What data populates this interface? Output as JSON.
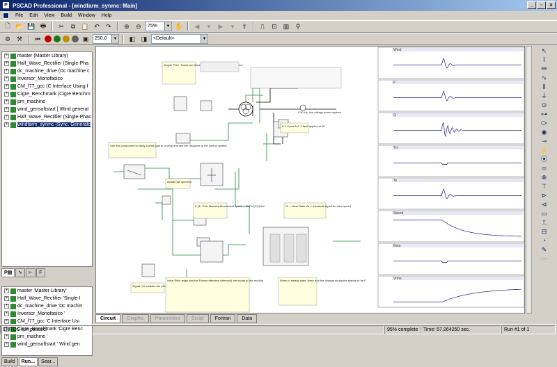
{
  "window": {
    "title": "PSCAD Professional - [windfarm_synmc: Main]",
    "buttons": [
      "_",
      "▫",
      "x"
    ]
  },
  "menu": [
    "File",
    "Edit",
    "View",
    "Build",
    "Window",
    "Help"
  ],
  "toolbar": {
    "zoom": "75%",
    "plot_step": "250.0",
    "layer": "<Default>"
  },
  "tree_top": [
    {
      "label": "master (Master Library)"
    },
    {
      "label": "Half_Wave_Rectifier (Single-Pha"
    },
    {
      "label": "dc_machine_drive (Dc machine c"
    },
    {
      "label": "Inversor_Monofasico"
    },
    {
      "label": "CM_f77_gcc (C Interface Using f"
    },
    {
      "label": "Cigre_Benchmark (Cigre Benchm"
    },
    {
      "label": "pm_machine"
    },
    {
      "label": "wind_gensoftstart [ Wind general"
    },
    {
      "label": "Half_Wave_Rectifier (Single-Phas"
    },
    {
      "label": "windfarm_synmc (Sync. Generato",
      "selected": true
    }
  ],
  "tree_bottom": [
    {
      "label": "master 'Master Library'"
    },
    {
      "label": "Half_Wave_Rectifier 'Single-I"
    },
    {
      "label": "dc_machine_drive 'Dc machin"
    },
    {
      "label": "Inversor_Monofasico '"
    },
    {
      "label": "CM_f77_gcc 'C Interface Usi"
    },
    {
      "label": "Cigre_Benchmark 'Cigre Benc"
    },
    {
      "label": "pm_machine '"
    },
    {
      "label": "wind_gensoftstart ' Wind gen"
    }
  ],
  "panel_tabs": [
    "Build",
    "Run...",
    "Sear..."
  ],
  "canvas_tabs": [
    "Circuit",
    "Graphic",
    "Parameters",
    "Script",
    "Fortran",
    "Data"
  ],
  "status": {
    "message": "EMTDC run paused.",
    "progress": "95% complete",
    "time": "Time: 57.264250 sec.",
    "run": "Run #1 of 1"
  },
  "notes": {
    "simple_pgc": "Simple PGC. These are Wind turbine Governor models to select",
    "use_component": "Use this component to study a wind gust or a ramp and see the response of the control system",
    "voltage_source": "4 50 Hz, low voltage power system",
    "actual_hub": "Actual hub speed of",
    "pole_machine": "P (3+ Pole Machine Mechanical speed = 60/Pn/(2*pi)/Hz",
    "gear_ratio": "Gr = Gear Ratio Wr = Electrical signal for wind speed",
    "signal_cut": "Signal Cut enables the pitch angle dynamics",
    "initial_pitch": "Initial Pitch angle and the Power reference (demand) are inputs to this module.",
    "steady_state": "When in steady state, there is a fine change during the startup to be 0",
    "scope": "A X Cycle A-G 4 fault applied at 25"
  },
  "plots": [
    {
      "title": "Wind",
      "shape": "spike"
    },
    {
      "title": "P",
      "shape": "spike"
    },
    {
      "title": "Q",
      "shape": "oscillation"
    },
    {
      "title": "Tm",
      "shape": "flat"
    },
    {
      "title": "Te",
      "shape": "spike"
    },
    {
      "title": "Speed",
      "shape": "rise"
    },
    {
      "title": "Beta",
      "shape": "flat"
    },
    {
      "title": "Vrms",
      "shape": "decay"
    }
  ]
}
